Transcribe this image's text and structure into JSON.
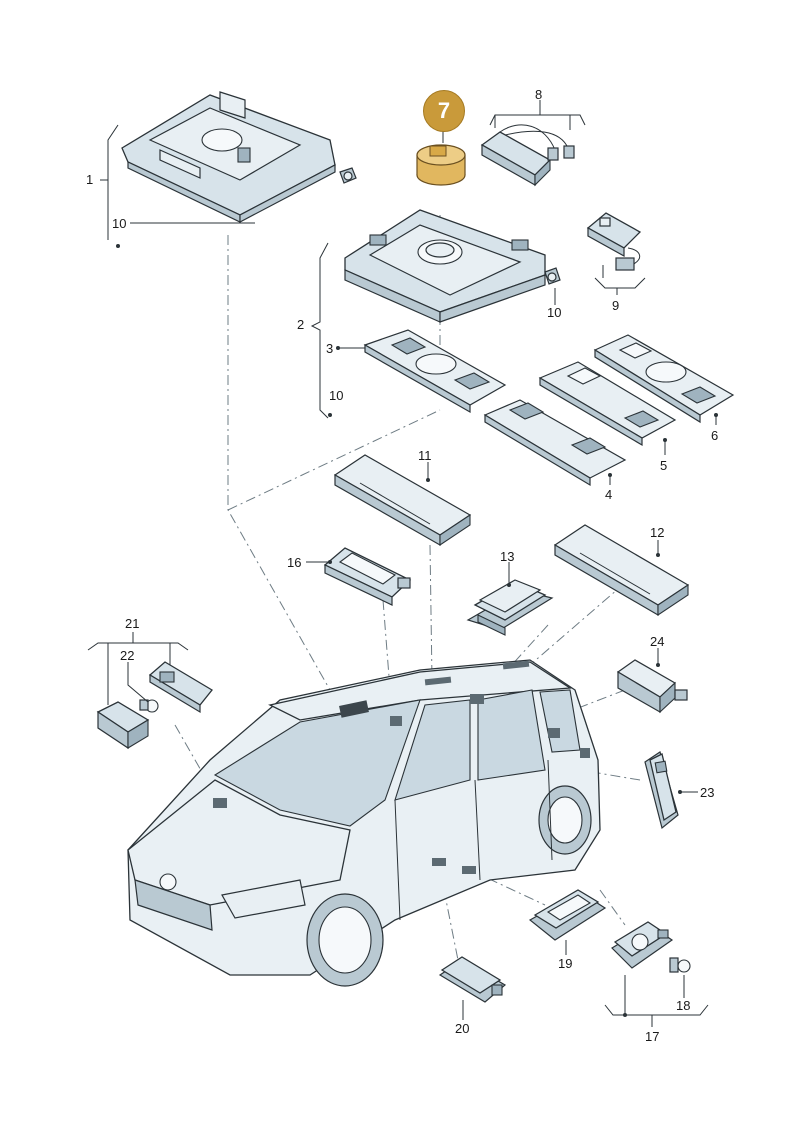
{
  "highlight_badge": {
    "label": "7",
    "color": "#c99a3a"
  },
  "callouts": {
    "c1": "1",
    "c2": "2",
    "c3": "3",
    "c4": "4",
    "c5": "5",
    "c6": "6",
    "c8": "8",
    "c9": "9",
    "c10_top": "10",
    "c10_mid": "10",
    "c10_bot": "10",
    "c11": "11",
    "c12": "12",
    "c13": "13",
    "c16": "16",
    "c17": "17",
    "c18": "18",
    "c19": "19",
    "c20": "20",
    "c21": "21",
    "c22": "22",
    "c23": "23",
    "c24": "24"
  }
}
